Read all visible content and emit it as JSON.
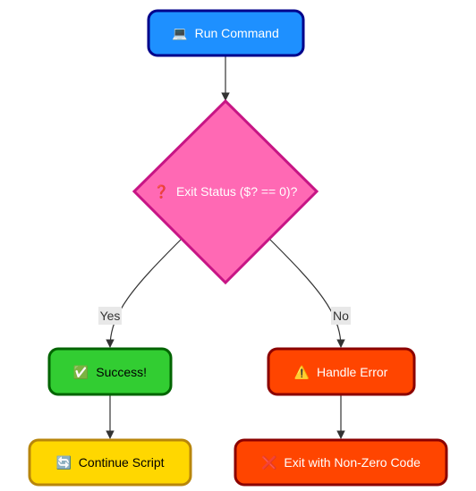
{
  "nodes": {
    "run_command": {
      "icon": "💻",
      "label": "Run Command",
      "fill": "#1e90ff",
      "stroke": "#00008b",
      "text_color": "#ffffff"
    },
    "exit_status": {
      "icon": "❓",
      "label": "Exit Status ($? == 0)?",
      "fill": "#ff69b4",
      "stroke": "#c71585",
      "text_color": "#ffffff"
    },
    "success": {
      "icon": "✅",
      "label": "Success!",
      "fill": "#32cd32",
      "stroke": "#006400",
      "text_color": "#000000"
    },
    "handle_error": {
      "icon": "⚠️",
      "label": "Handle Error",
      "fill": "#ff4500",
      "stroke": "#8b0000",
      "text_color": "#ffffff"
    },
    "continue_script": {
      "icon": "🔄",
      "label": "Continue Script",
      "fill": "#ffd700",
      "stroke": "#b8860b",
      "text_color": "#000000"
    },
    "exit_nonzero": {
      "icon": "❌",
      "label": "Exit with Non-Zero Code",
      "fill": "#ff4500",
      "stroke": "#8b0000",
      "text_color": "#ffffff"
    }
  },
  "edges": {
    "yes_label": "Yes",
    "no_label": "No",
    "color": "#333333"
  }
}
